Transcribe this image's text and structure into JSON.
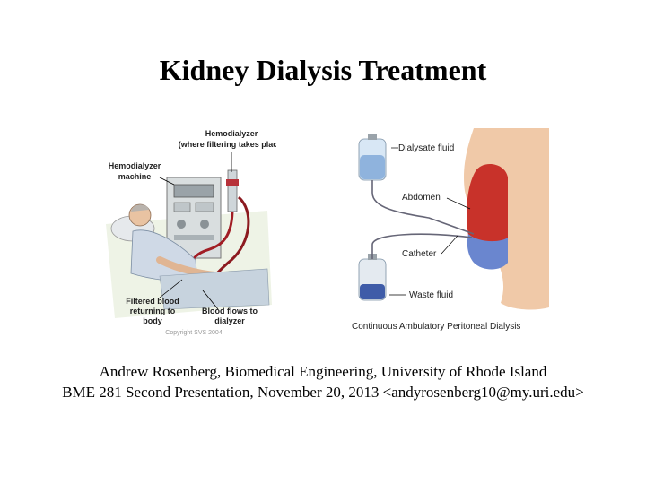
{
  "slide": {
    "title": "Kidney Dialysis Treatment",
    "footer_line1": "Andrew Rosenberg, Biomedical Engineering, University of Rhode Island",
    "footer_line2": "BME 281 Second Presentation, November 20, 2013 <andyrosenberg10@my.uri.edu>"
  },
  "hemodialysis_figure": {
    "label_hemodialyzer": "Hemodialyzer",
    "label_hemodialyzer_sub": "(where filtering takes place)",
    "label_machine_1": "Hemodialyzer",
    "label_machine_2": "machine",
    "label_filtered_1": "Filtered blood",
    "label_filtered_2": "returning to",
    "label_filtered_3": "body",
    "label_flows_1": "Blood flows to",
    "label_flows_2": "dialyzer",
    "copyright": "Copyright SVS 2004"
  },
  "peritoneal_figure": {
    "label_dialysate": "Dialysate fluid",
    "label_abdomen": "Abdomen",
    "label_catheter": "Catheter",
    "label_waste": "Waste fluid",
    "caption": "Continuous  Ambulatory  Peritoneal Dialysis"
  }
}
